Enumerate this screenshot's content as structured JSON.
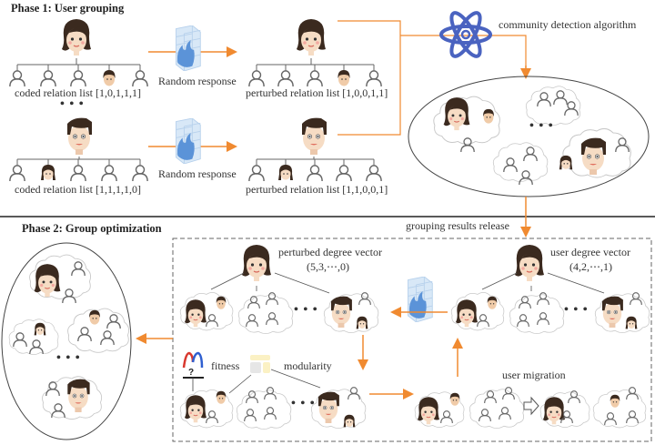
{
  "phase1": {
    "title": "Phase 1: User grouping",
    "rows": [
      {
        "owner": "female",
        "coded_label": "coded relation list [1,0,1,1,1]",
        "perturbed_label": "perturbed relation list [1,0,0,1,1]",
        "coded_list": [
          1,
          0,
          1,
          1,
          1
        ],
        "perturbed_list": [
          1,
          0,
          0,
          1,
          1
        ],
        "children": [
          "user",
          "user",
          "user",
          "male-small",
          "user"
        ]
      },
      {
        "owner": "male",
        "coded_label": "coded relation list [1,1,1,1,0]",
        "perturbed_label": "perturbed relation list [1,1,0,0,1]",
        "coded_list": [
          1,
          1,
          1,
          1,
          0
        ],
        "perturbed_list": [
          1,
          1,
          0,
          0,
          1
        ],
        "children": [
          "user",
          "girl-small",
          "user",
          "user",
          "user"
        ]
      }
    ],
    "random_response_label": "Random response",
    "ellipsis": "• • •",
    "community_detection_label": "community detection algorithm"
  },
  "grouping_release_label": "grouping results release",
  "phase2": {
    "title": "Phase 2: Group optimization",
    "perturbed_degree_vector": {
      "label": "perturbed degree vector",
      "value": "(5,3,⋯,0)"
    },
    "user_degree_vector": {
      "label": "user degree vector",
      "value": "(4,2,⋯,1)"
    },
    "fitness_label": "fitness",
    "modularity_label": "modularity",
    "user_migration_label": "user migration",
    "ellipsis": "• • •"
  },
  "colors": {
    "arrow": "#f08a30",
    "firewall_brick": "#cfe3f5",
    "firewall_flame": "#5b93d8",
    "atom": "#4a63c0",
    "hair": "#3b2a1f",
    "skin": "#f6dcc4",
    "outline": "#555555"
  }
}
